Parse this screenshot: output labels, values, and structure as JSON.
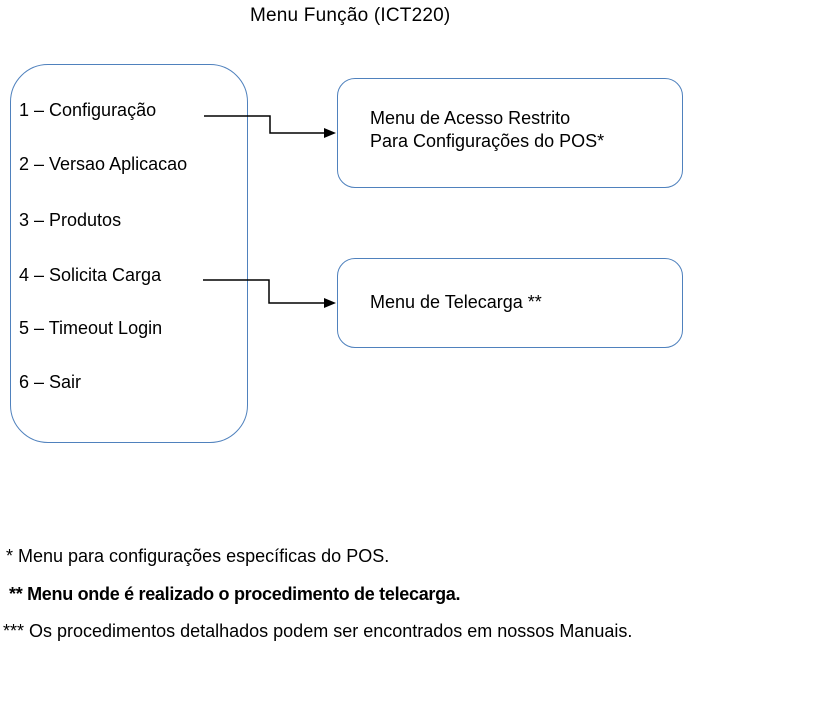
{
  "title": "Menu Função (ICT220)",
  "menu_box": {
    "items": [
      "1 – Configuração",
      "2 – Versao Aplicacao",
      "3 – Produtos",
      "4 – Solicita Carga",
      "5 – Timeout Login",
      "6 – Sair"
    ]
  },
  "callouts": {
    "restrito": {
      "line1": "Menu de Acesso Restrito",
      "line2": "Para Configurações do POS*"
    },
    "telecarga": {
      "line1": "Menu de Telecarga **"
    }
  },
  "footnotes": [
    "* Menu para configurações específicas do POS.",
    "** Menu onde é realizado o procedimento de telecarga.",
    "*** Os procedimentos detalhados podem ser encontrados em nossos Manuais."
  ],
  "colors": {
    "box_border": "#4f81bd",
    "arrow": "#000000",
    "text": "#000000",
    "background": "#ffffff"
  }
}
